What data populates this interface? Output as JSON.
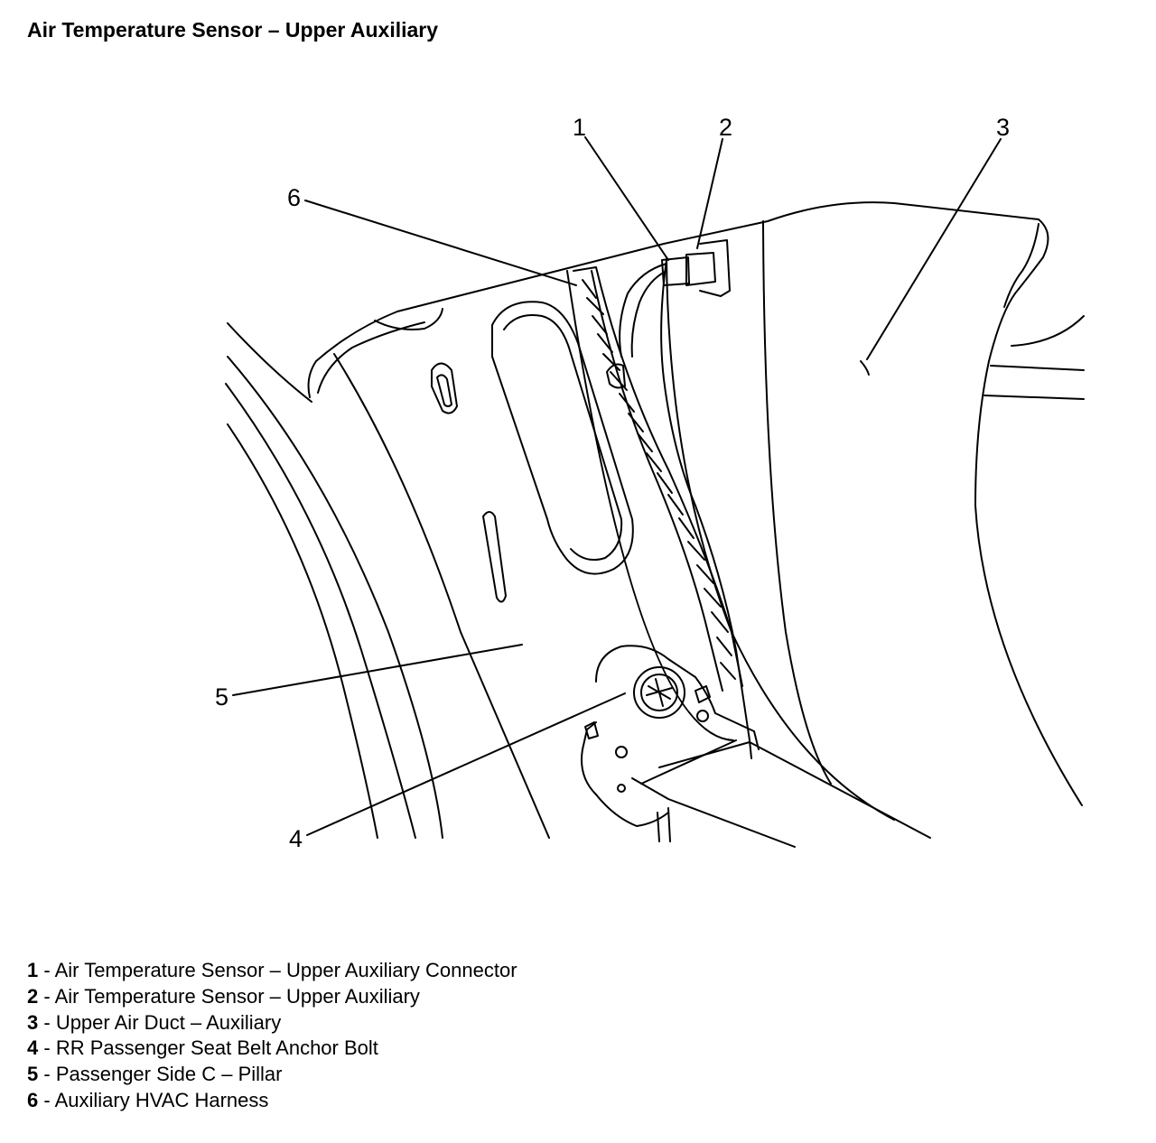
{
  "title": "Air Temperature Sensor – Upper Auxiliary",
  "callouts": [
    "1",
    "2",
    "3",
    "4",
    "5",
    "6"
  ],
  "legend": [
    {
      "num": "1",
      "sep": " - ",
      "label": "Air Temperature Sensor – Upper Auxiliary Connector"
    },
    {
      "num": "2",
      "sep": " - ",
      "label": "Air Temperature Sensor – Upper Auxiliary"
    },
    {
      "num": "3",
      "sep": " - ",
      "label": "Upper Air Duct – Auxiliary"
    },
    {
      "num": "4",
      "sep": " - ",
      "label": "RR Passenger Seat Belt Anchor Bolt"
    },
    {
      "num": "5",
      "sep": " - ",
      "label": "Passenger Side C – Pillar"
    },
    {
      "num": "6",
      "sep": " - ",
      "label": "Auxiliary HVAC Harness"
    }
  ]
}
